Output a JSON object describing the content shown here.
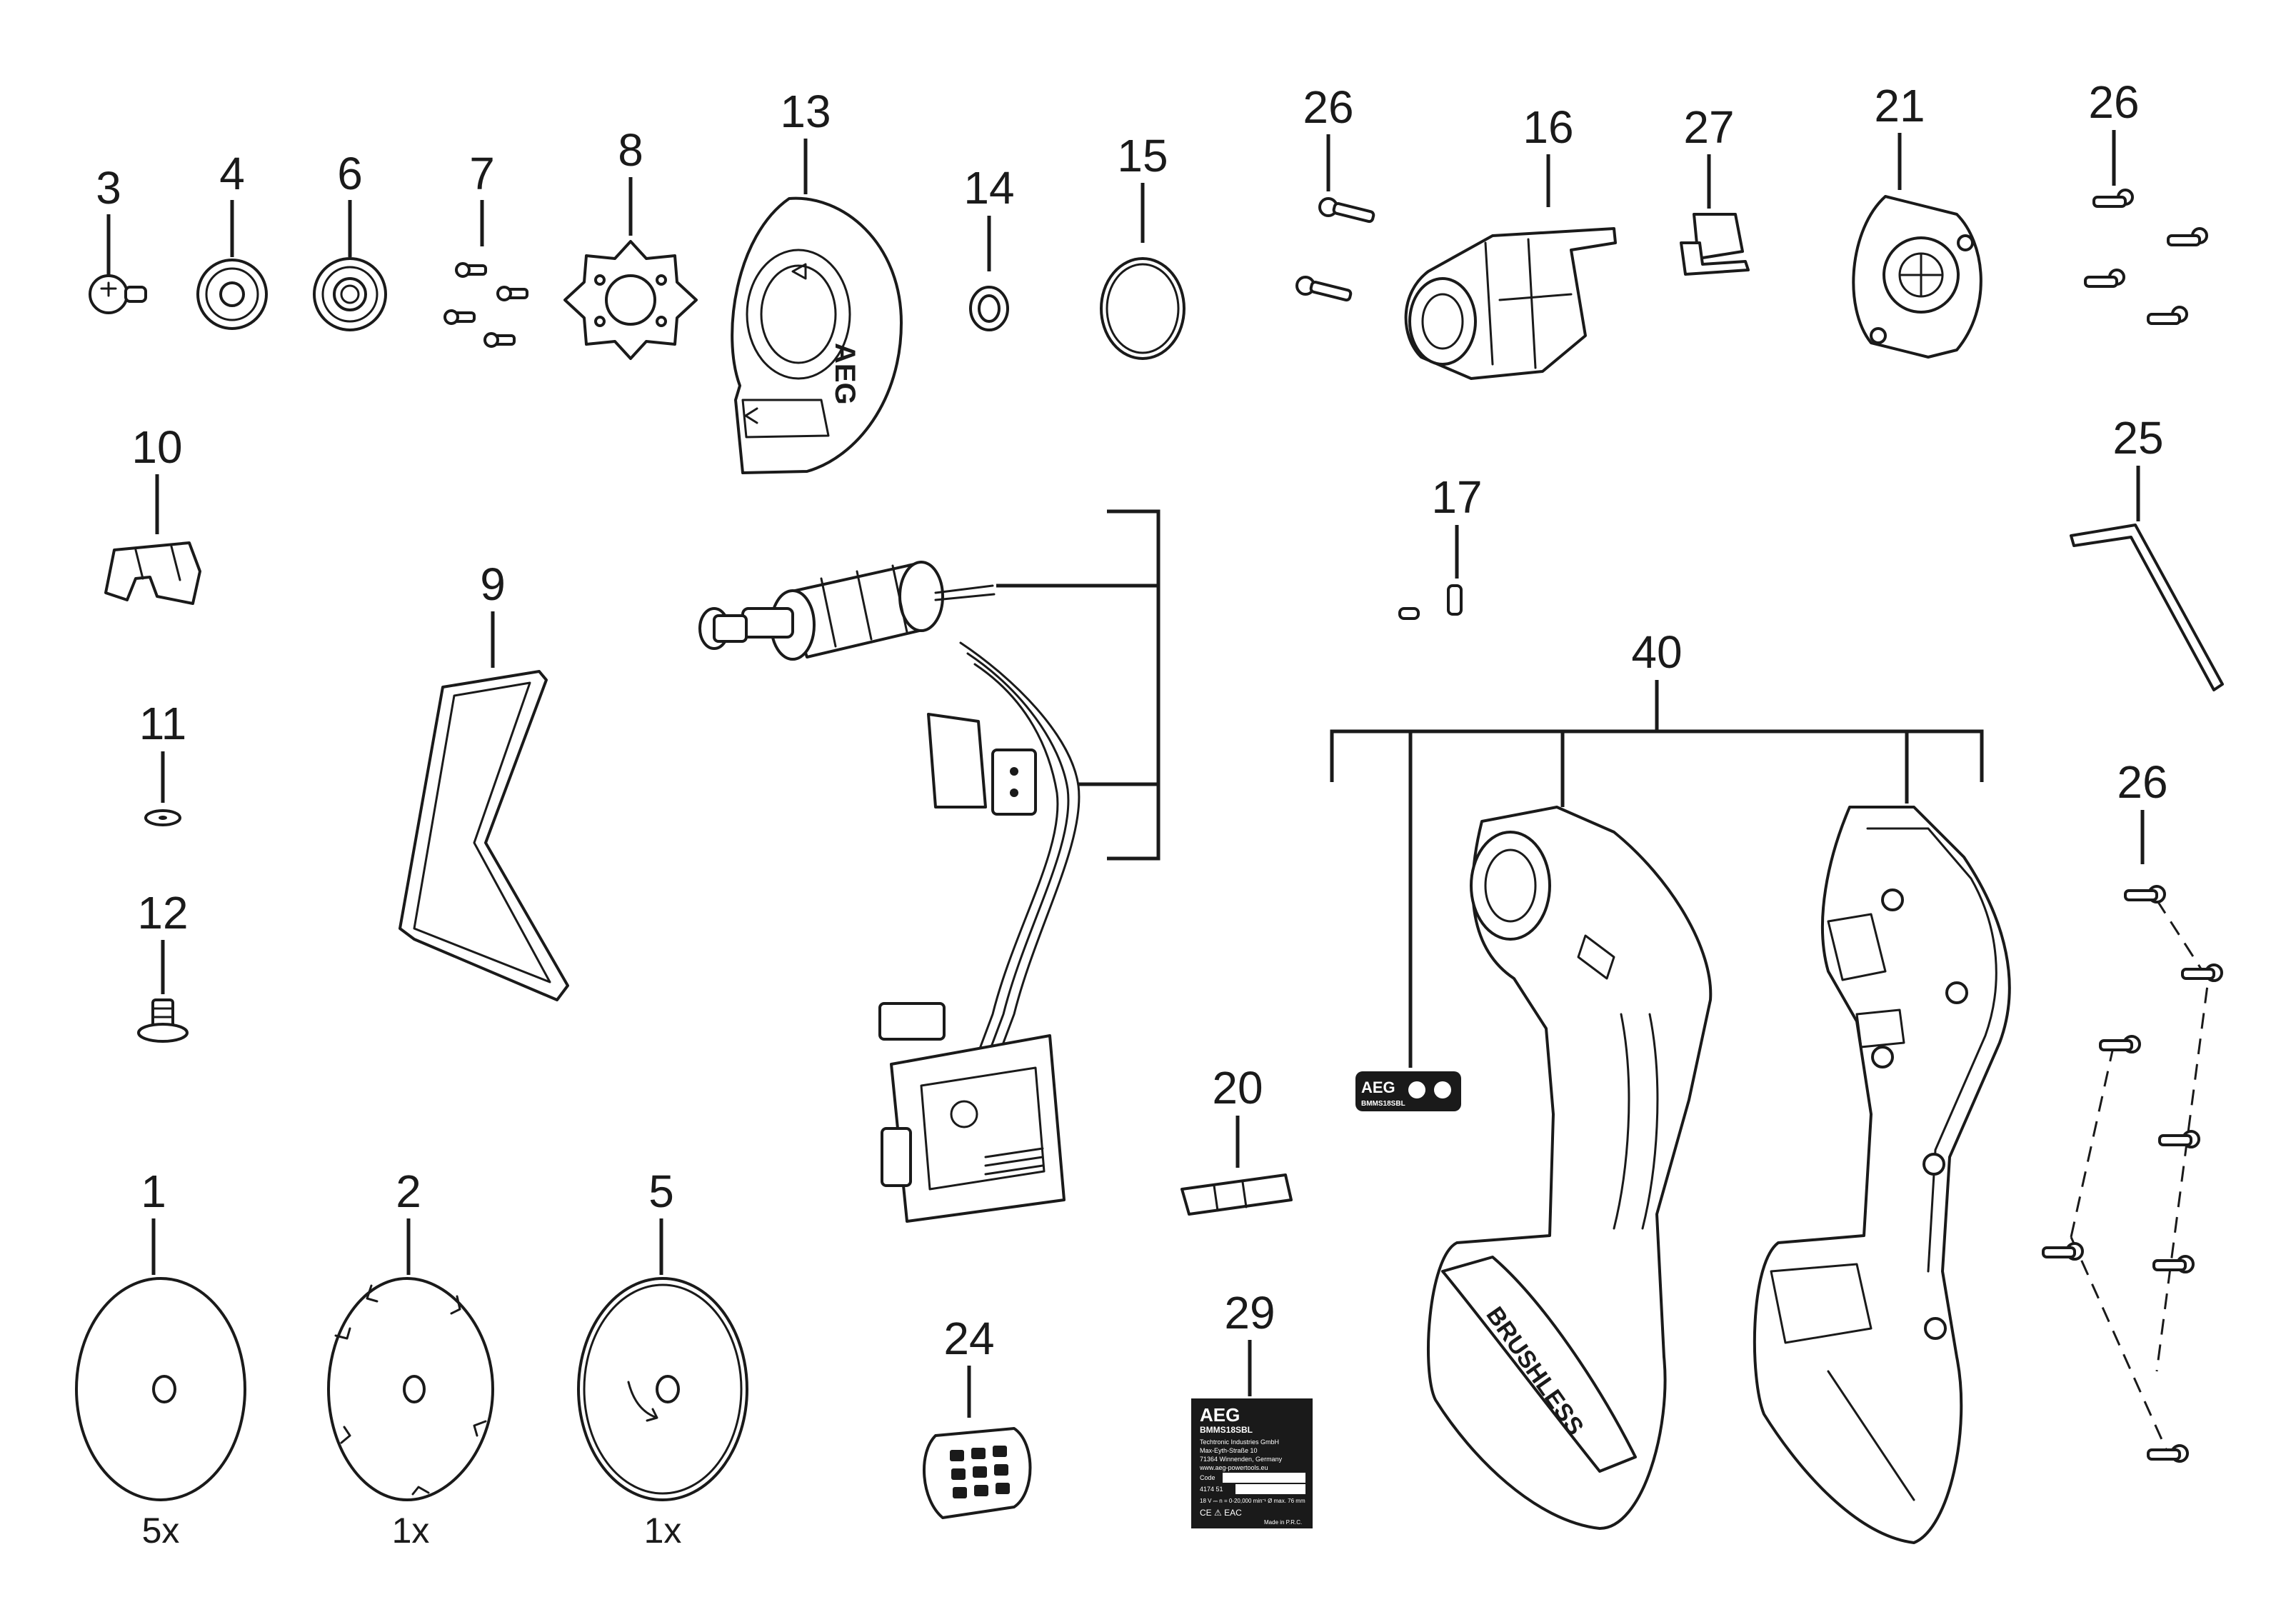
{
  "callouts": {
    "n1": "1",
    "n2": "2",
    "n3": "3",
    "n4": "4",
    "n5": "5",
    "n6": "6",
    "n7": "7",
    "n8": "8",
    "n9": "9",
    "n10": "10",
    "n11": "11",
    "n12": "12",
    "n13": "13",
    "n14": "14",
    "n15": "15",
    "n16": "16",
    "n17": "17",
    "n20": "20",
    "n21": "21",
    "n24": "24",
    "n25": "25",
    "n26a": "26",
    "n26b": "26",
    "n26c": "26",
    "n27": "27",
    "n29": "29",
    "n40": "40"
  },
  "quantities": {
    "q1": "5x",
    "q2": "1x",
    "q5": "1x"
  },
  "labels": {
    "cover_brand": "AEG",
    "badge_brand": "AEG",
    "badge_model": "BMMS18SBL",
    "housing_text": "BRUSHLESS",
    "plate_brand": "AEG",
    "plate_model": "BMMS18SBL",
    "plate_line1": "Techtronic Industries GmbH",
    "plate_line2": "Max-Eyth-Straße 10",
    "plate_line3": "71364 Winnenden, Germany",
    "plate_line4": "www.aeg-powertools.eu",
    "plate_code_label": "Code",
    "plate_code": "4174 51",
    "plate_rating": "18 V ⎓   n = 0-20,000 min⁻¹   Ø max. 76 mm",
    "plate_marks": "CE  ⚠  EAC",
    "plate_origin": "Made in P.R.C."
  },
  "colors": {
    "ink": "#1a1a1a",
    "paper": "#ffffff"
  }
}
